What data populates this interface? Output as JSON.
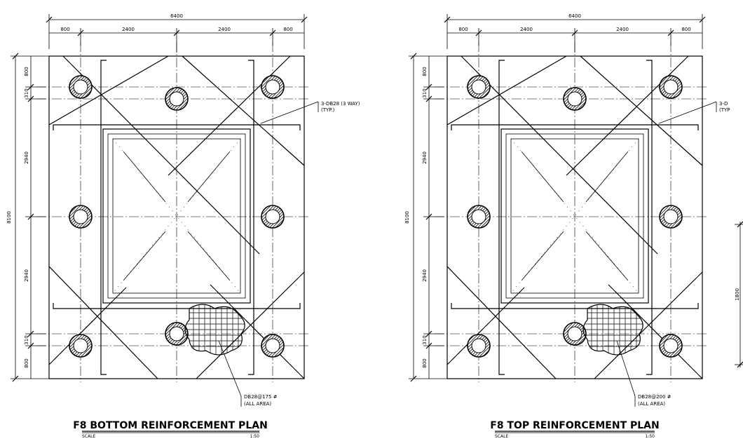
{
  "plans": [
    {
      "title": "F8 BOTTOM REINFORCEMENT PLAN",
      "scale_label": "SCALE",
      "scale_value": "1:50",
      "dims_top_total": "6400",
      "dims_top": [
        "800",
        "2400",
        "2400",
        "800"
      ],
      "dims_left_total": "8100",
      "dims_left": [
        "800",
        "310",
        "2940",
        "2940",
        "310",
        "800"
      ],
      "callout_top": [
        "3-DB28 (3 WAY)",
        "(TYP.)"
      ],
      "callout_bottom": [
        "DB28@175 #",
        "(ALL AREA)"
      ]
    },
    {
      "title": "F8 TOP REINFORCEMENT PLAN",
      "scale_label": "SCALE",
      "scale_value": "1:50",
      "dims_top_total": "6400",
      "dims_top": [
        "800",
        "2400",
        "2400",
        "800"
      ],
      "dims_left_total": "8100",
      "dims_left": [
        "800",
        "310",
        "2940",
        "2940",
        "310",
        "800"
      ],
      "callout_top": [
        "3-D",
        "(TYP"
      ],
      "callout_bottom": [
        "DB28@200 #",
        "(ALL AREA)"
      ]
    }
  ],
  "edge_section": {
    "dim": "1800"
  }
}
